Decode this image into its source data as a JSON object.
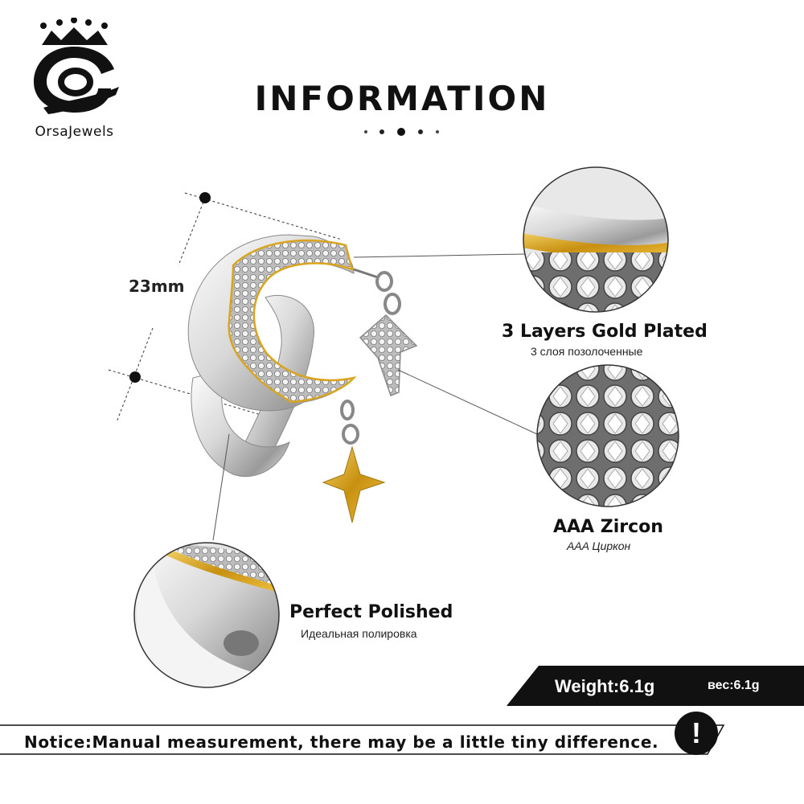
{
  "brand": {
    "name": "OrsaJewels",
    "logo_icon": "crown-o-logo"
  },
  "title": "INFORMATION",
  "dimension": {
    "label": "23mm"
  },
  "features": {
    "gold": {
      "title": "3 Layers  Gold  Plated",
      "subtitle": "3 слоя позолоченные"
    },
    "zircon": {
      "title": "AAA  Zircon",
      "subtitle": "AAA Циркон"
    },
    "polish": {
      "title": "Perfect  Polished",
      "subtitle": "Идеальная полировка"
    }
  },
  "weight": {
    "label": "Weight:6.1g",
    "label_ru": "вес:6.1g"
  },
  "notice": {
    "text": "Notice:Manual measurement, there may be a little tiny difference.",
    "icon": "exclamation-icon"
  },
  "colors": {
    "silver": "#d9d9d9",
    "gold": "#d9a520",
    "black": "#111111"
  }
}
